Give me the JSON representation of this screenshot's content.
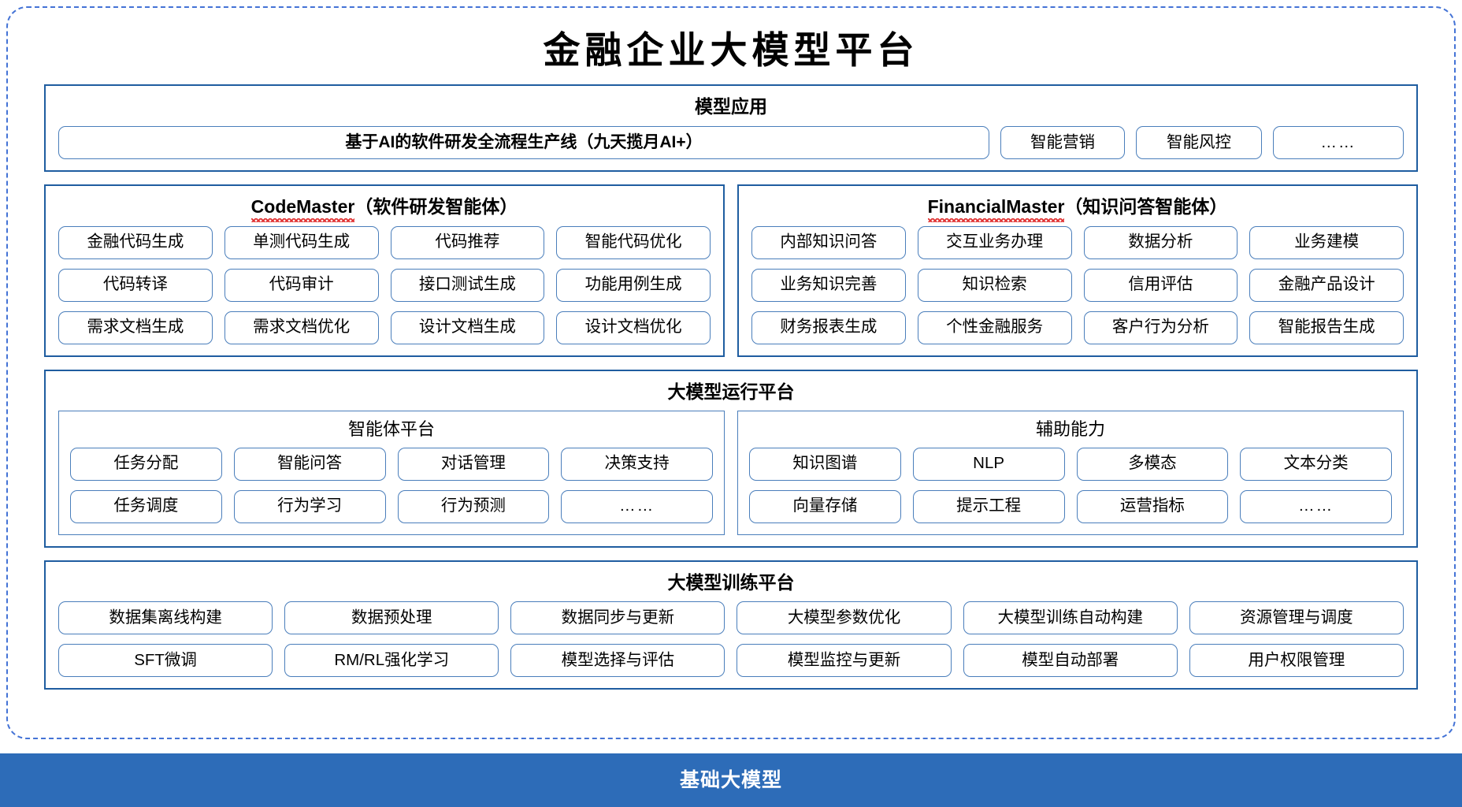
{
  "title": "金融企业大模型平台",
  "colors": {
    "frame_dashed": "#4473d6",
    "section_border": "#1f5da0",
    "pill_border": "#4a7ebb",
    "base_bar": "#2d6cb8",
    "spellcheck": "#e03030"
  },
  "model_application": {
    "title": "模型应用",
    "items": [
      "基于AI的软件研发全流程生产线（九天揽月AI+）",
      "智能营销",
      "智能风控",
      "……"
    ]
  },
  "agents": [
    {
      "title_en": "CodeMaster",
      "title_cn": "（软件研发智能体）",
      "items": [
        "金融代码生成",
        "单测代码生成",
        "代码推荐",
        "智能代码优化",
        "代码转译",
        "代码审计",
        "接口测试生成",
        "功能用例生成",
        "需求文档生成",
        "需求文档优化",
        "设计文档生成",
        "设计文档优化"
      ]
    },
    {
      "title_en": "FinancialMaster",
      "title_cn": "（知识问答智能体）",
      "items": [
        "内部知识问答",
        "交互业务办理",
        "数据分析",
        "业务建模",
        "业务知识完善",
        "知识检索",
        "信用评估",
        "金融产品设计",
        "财务报表生成",
        "个性金融服务",
        "客户行为分析",
        "智能报告生成"
      ]
    }
  ],
  "runtime_platform": {
    "title": "大模型运行平台",
    "panels": [
      {
        "title": "智能体平台",
        "items": [
          "任务分配",
          "智能问答",
          "对话管理",
          "决策支持",
          "任务调度",
          "行为学习",
          "行为预测",
          "……"
        ]
      },
      {
        "title": "辅助能力",
        "items": [
          "知识图谱",
          "NLP",
          "多模态",
          "文本分类",
          "向量存储",
          "提示工程",
          "运营指标",
          "……"
        ]
      }
    ]
  },
  "training_platform": {
    "title": "大模型训练平台",
    "items": [
      "数据集离线构建",
      "数据预处理",
      "数据同步与更新",
      "大模型参数优化",
      "大模型训练自动构建",
      "资源管理与调度",
      "SFT微调",
      "RM/RL强化学习",
      "模型选择与评估",
      "模型监控与更新",
      "模型自动部署",
      "用户权限管理"
    ]
  },
  "base_model": {
    "label": "基础大模型"
  }
}
